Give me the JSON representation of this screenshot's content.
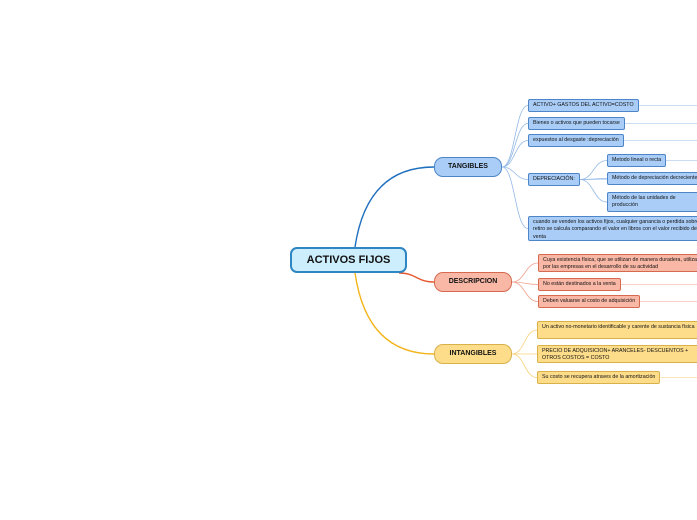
{
  "diagram": {
    "root": {
      "label": "ACTIVOS FIJOS",
      "color": "#2f86c2"
    },
    "branches": [
      {
        "label": "TANGIBLES",
        "color": "#1f6fbf",
        "leaf_line_color": "#93b9e6",
        "items": [
          {
            "label": "ACTIVO+ GASTOS DEL ACTIVO=COSTO"
          },
          {
            "label": "Bienes o activos que pueden tocarse"
          },
          {
            "label": "expuestos al desgaste :depreciación"
          },
          {
            "label": "DEPRECIACIÓN:",
            "children": [
              {
                "label": "Metodo lineal o recta"
              },
              {
                "label": "Método de depreciación decreciente"
              },
              {
                "label": "Método de las unidades de producción"
              }
            ]
          },
          {
            "label": "cuando se venden los activos fijos, cualquier ganancia o perdida sobre el retiro se calcula comparando el valor en libros con el valor recibido de la venta"
          }
        ]
      },
      {
        "label": "DESCRIPCION",
        "color": "#e5582f",
        "leaf_line_color": "#efa08b",
        "items": [
          {
            "label": "Cuya existencia física, que se utilizan de manera duradera, utilizados por las empresas en el desarrollo de su actividad"
          },
          {
            "label": "No están destinados a la venta"
          },
          {
            "label": "Deben valuarse al costo de adquisición"
          }
        ]
      },
      {
        "label": "INTANGIBLES",
        "color": "#f2b51d",
        "leaf_line_color": "#f5d27a",
        "items": [
          {
            "label": "Un activo no-monetario identificable y carente de sustancia física"
          },
          {
            "label": "PRECIO DE ADQUISICION+ ARANCELES- DESCUENTOS + OTROS COSTOS = COSTO"
          },
          {
            "label": "Su costo se recupera atraves de la amortización"
          }
        ]
      }
    ]
  }
}
